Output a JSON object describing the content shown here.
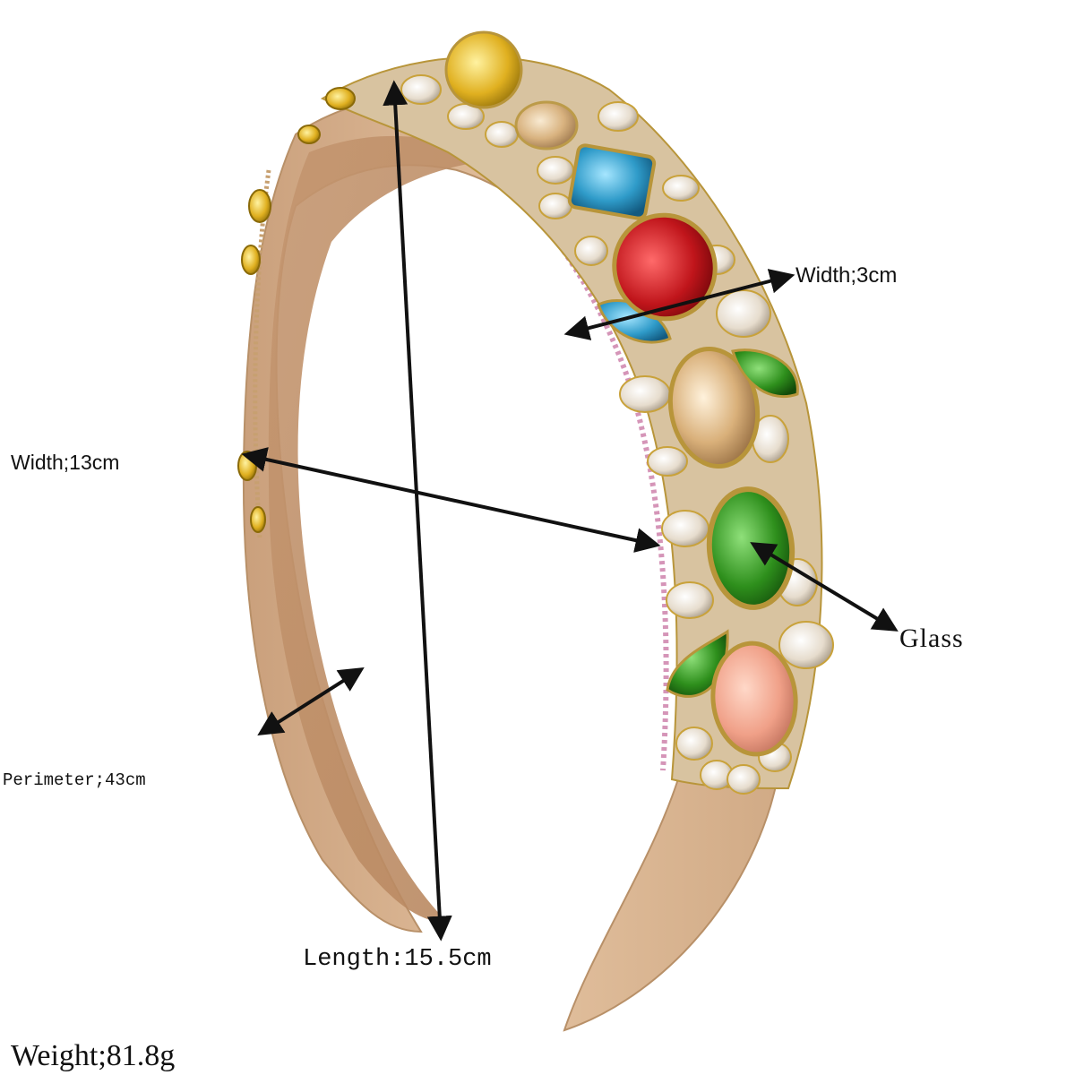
{
  "labels": {
    "width_small": "Width;3cm",
    "width_large": "Width;13cm",
    "glass": "Glass",
    "perimeter": "Perimeter;43cm",
    "length": "Length:15.5cm",
    "weight": "Weight;81.8g"
  },
  "colors": {
    "background": "#ffffff",
    "band": "#d9b48f",
    "band_inner": "#c9a07a",
    "gold": "#c9a23a",
    "gem_red": "#c0151b",
    "gem_green": "#2e8f1c",
    "gem_blue": "#2f9bc9",
    "gem_peach": "#f0a088",
    "gem_champagne": "#d9b07a",
    "gem_yellow": "#e0b020",
    "arrow": "#111111"
  }
}
